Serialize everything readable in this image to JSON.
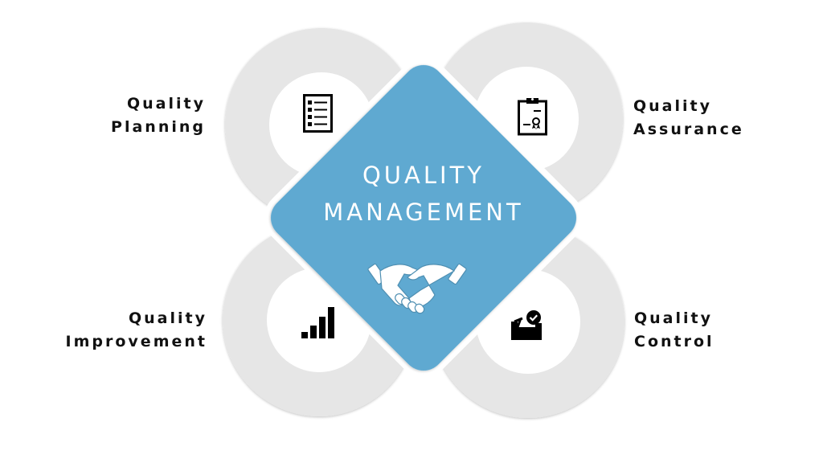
{
  "diagram": {
    "center": {
      "title_line1": "QUALITY",
      "title_line2": "MANAGEMENT",
      "icon": "handshake-icon",
      "color": "#5ea9d1"
    },
    "ring_color": "#e6e6e6",
    "quadrants": [
      {
        "id": "planning",
        "line1": "Quality",
        "line2": "Planning",
        "icon": "checklist-icon",
        "position": "top-left"
      },
      {
        "id": "assurance",
        "line1": "Quality",
        "line2": "Assurance",
        "icon": "clipboard-certificate-icon",
        "position": "top-right"
      },
      {
        "id": "improvement",
        "line1": "Quality",
        "line2": "Improvement",
        "icon": "bar-chart-icon",
        "position": "bottom-left"
      },
      {
        "id": "control",
        "line1": "Quality",
        "line2": "Control",
        "icon": "inbox-check-icon",
        "position": "bottom-right"
      }
    ]
  }
}
